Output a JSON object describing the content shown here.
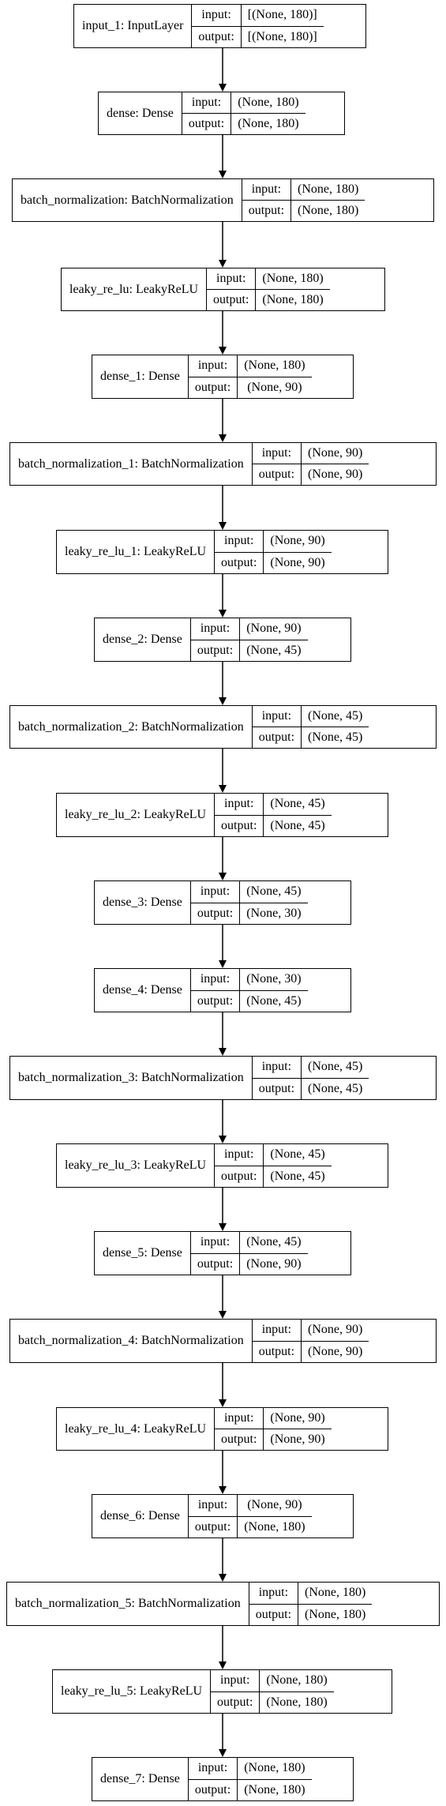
{
  "layers": [
    {
      "name": "input_1: InputLayer",
      "input_label": "input:",
      "output_label": "output:",
      "input_shape": "[(None, 180)]",
      "output_shape": "[(None, 180)]"
    },
    {
      "name": "dense: Dense",
      "input_label": "input:",
      "output_label": "output:",
      "input_shape": "(None, 180)",
      "output_shape": "(None, 180)"
    },
    {
      "name": "batch_normalization: BatchNormalization",
      "input_label": "input:",
      "output_label": "output:",
      "input_shape": "(None, 180)",
      "output_shape": "(None, 180)"
    },
    {
      "name": "leaky_re_lu: LeakyReLU",
      "input_label": "input:",
      "output_label": "output:",
      "input_shape": "(None, 180)",
      "output_shape": "(None, 180)"
    },
    {
      "name": "dense_1: Dense",
      "input_label": "input:",
      "output_label": "output:",
      "input_shape": "(None, 180)",
      "output_shape": "(None, 90)"
    },
    {
      "name": "batch_normalization_1: BatchNormalization",
      "input_label": "input:",
      "output_label": "output:",
      "input_shape": "(None, 90)",
      "output_shape": "(None, 90)"
    },
    {
      "name": "leaky_re_lu_1: LeakyReLU",
      "input_label": "input:",
      "output_label": "output:",
      "input_shape": "(None, 90)",
      "output_shape": "(None, 90)"
    },
    {
      "name": "dense_2: Dense",
      "input_label": "input:",
      "output_label": "output:",
      "input_shape": "(None, 90)",
      "output_shape": "(None, 45)"
    },
    {
      "name": "batch_normalization_2: BatchNormalization",
      "input_label": "input:",
      "output_label": "output:",
      "input_shape": "(None, 45)",
      "output_shape": "(None, 45)"
    },
    {
      "name": "leaky_re_lu_2: LeakyReLU",
      "input_label": "input:",
      "output_label": "output:",
      "input_shape": "(None, 45)",
      "output_shape": "(None, 45)"
    },
    {
      "name": "dense_3: Dense",
      "input_label": "input:",
      "output_label": "output:",
      "input_shape": "(None, 45)",
      "output_shape": "(None, 30)"
    },
    {
      "name": "dense_4: Dense",
      "input_label": "input:",
      "output_label": "output:",
      "input_shape": "(None, 30)",
      "output_shape": "(None, 45)"
    },
    {
      "name": "batch_normalization_3: BatchNormalization",
      "input_label": "input:",
      "output_label": "output:",
      "input_shape": "(None, 45)",
      "output_shape": "(None, 45)"
    },
    {
      "name": "leaky_re_lu_3: LeakyReLU",
      "input_label": "input:",
      "output_label": "output:",
      "input_shape": "(None, 45)",
      "output_shape": "(None, 45)"
    },
    {
      "name": "dense_5: Dense",
      "input_label": "input:",
      "output_label": "output:",
      "input_shape": "(None, 45)",
      "output_shape": "(None, 90)"
    },
    {
      "name": "batch_normalization_4: BatchNormalization",
      "input_label": "input:",
      "output_label": "output:",
      "input_shape": "(None, 90)",
      "output_shape": "(None, 90)"
    },
    {
      "name": "leaky_re_lu_4: LeakyReLU",
      "input_label": "input:",
      "output_label": "output:",
      "input_shape": "(None, 90)",
      "output_shape": "(None, 90)"
    },
    {
      "name": "dense_6: Dense",
      "input_label": "input:",
      "output_label": "output:",
      "input_shape": "(None, 90)",
      "output_shape": "(None, 180)"
    },
    {
      "name": "batch_normalization_5: BatchNormalization",
      "input_label": "input:",
      "output_label": "output:",
      "input_shape": "(None, 180)",
      "output_shape": "(None, 180)"
    },
    {
      "name": "leaky_re_lu_5: LeakyReLU",
      "input_label": "input:",
      "output_label": "output:",
      "input_shape": "(None, 180)",
      "output_shape": "(None, 180)"
    },
    {
      "name": "dense_7: Dense",
      "input_label": "input:",
      "output_label": "output:",
      "input_shape": "(None, 180)",
      "output_shape": "(None, 180)"
    }
  ]
}
